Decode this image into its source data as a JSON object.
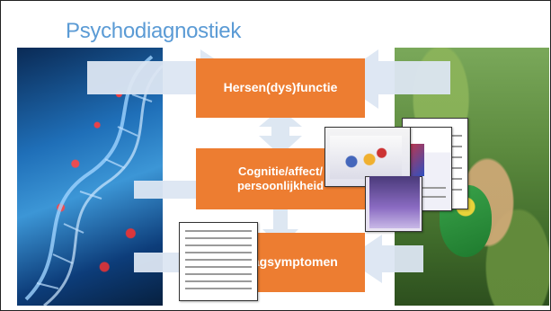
{
  "slide": {
    "title": "Psychodiagnostiek",
    "boxes": [
      {
        "label": "Hersen(dys)functie"
      },
      {
        "label": "Cognitie/affect/\npersoonlijkheid"
      },
      {
        "label": "Gedragsymptomen"
      }
    ]
  },
  "colors": {
    "title": "#5b9bd5",
    "box": "#ed7d31",
    "arrow": "#dce6f2"
  },
  "images": {
    "left": "dna-helix-image",
    "right": "child-in-garden-image",
    "documents": [
      "test-kit-image",
      "test-booklet-image",
      "score-form-image",
      "questionnaire-image"
    ]
  }
}
